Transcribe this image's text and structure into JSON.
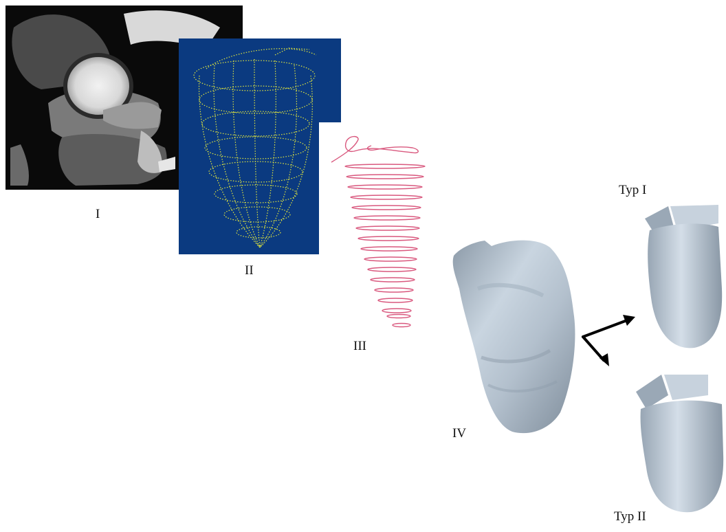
{
  "labels": {
    "step1": "I",
    "step2": "II",
    "step3": "III",
    "step4": "IV",
    "type1": "Typ I",
    "type2": "Typ II"
  },
  "colors": {
    "mesh_background": "#0b3a80",
    "mesh_points": "#e6ea3c",
    "contours": "#d9587e",
    "surface": "#b9c6d3",
    "arrow": "#000000"
  }
}
